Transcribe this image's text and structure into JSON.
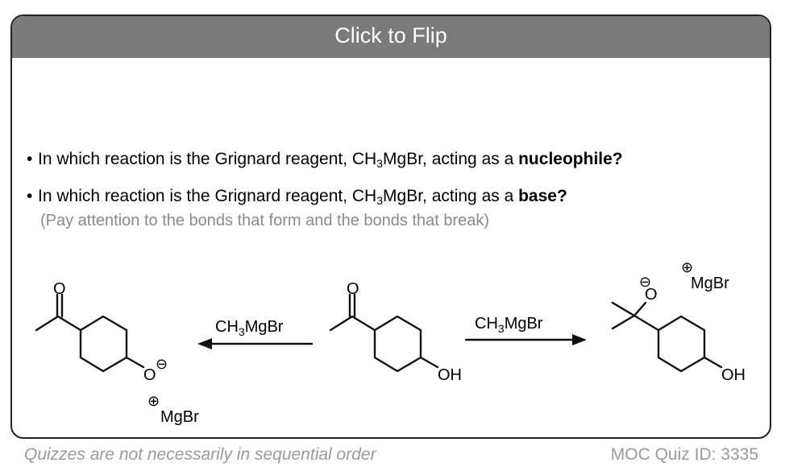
{
  "card": {
    "header": "Click to Flip",
    "q1": {
      "pre": "In which reaction is the Grignard reagent, CH",
      "sub": "3",
      "mid": "MgBr, acting as a ",
      "bold": "nucleophile?"
    },
    "q2": {
      "pre": "In which reaction is the Grignard reagent, CH",
      "sub": "3",
      "mid": "MgBr, acting as a ",
      "bold": "base?"
    },
    "note": "(Pay attention to the bonds that form and the bonds that break)"
  },
  "reaction": {
    "left_reagent": {
      "ch": "CH",
      "sub": "3",
      "rest": "MgBr"
    },
    "right_reagent": {
      "ch": "CH",
      "sub": "3",
      "rest": "MgBr"
    },
    "center_oh": "OH",
    "left_o": "O",
    "left_minus": "⊖",
    "left_plus": "⊕",
    "left_mgbr": "MgBr",
    "right_o": "O",
    "right_minus": "⊖",
    "right_plus": "⊕",
    "right_mgbr": "MgBr",
    "right_oh": "OH",
    "center_carbonyl_o": "O",
    "left_carbonyl_o": "O"
  },
  "footer": {
    "left": "Quizzes are not necessarily in sequential order",
    "right": "MOC Quiz ID: 3335"
  }
}
